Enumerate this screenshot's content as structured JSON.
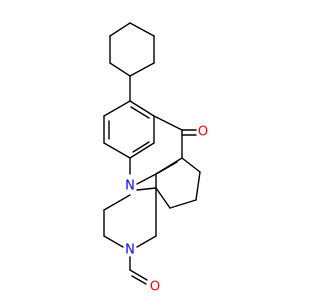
{
  "molecule": {
    "atoms": {
      "oxygen_ketone": {
        "symbol": "O",
        "color": "#ff0000"
      },
      "nitrogen_aromatic": {
        "symbol": "N",
        "color": "#0000ff"
      },
      "nitrogen_amide": {
        "symbol": "N",
        "color": "#0000ff"
      },
      "oxygen_formyl": {
        "symbol": "O",
        "color": "#ff0000"
      }
    },
    "bond_color": "#000000"
  }
}
